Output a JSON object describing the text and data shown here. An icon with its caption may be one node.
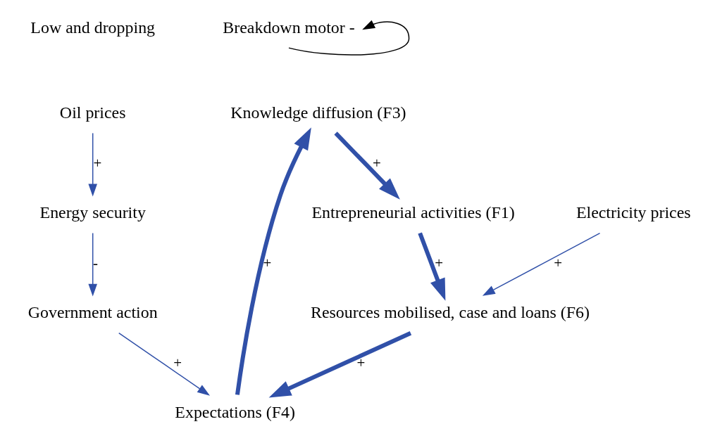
{
  "diagram": {
    "nodes": [
      {
        "text": [
          "Knowledge diffusion (F3)"
        ]
      },
      {
        "text": [
          "Entrepreneurial activities (F1)"
        ]
      },
      {
        "text": [
          "Resources mobilised, case and loans (F6)"
        ]
      },
      {
        "text": [
          "Expectations (F4)"
        ]
      },
      {
        "text": [
          "Government action"
        ]
      },
      {
        "text": [
          "Energy security"
        ]
      },
      {
        "text": [
          "Oil prices"
        ]
      },
      {
        "text": [
          "Electricity prices"
        ]
      }
    ],
    "edges": [
      {
        "from": 3,
        "to": 0,
        "arrow": "to",
        "label": "+",
        "style": "thick"
      },
      {
        "from": 0,
        "to": 1,
        "arrow": "to",
        "label": "+",
        "style": "thick"
      },
      {
        "from": 1,
        "to": 2,
        "arrow": "to",
        "label": "+",
        "style": "thick"
      },
      {
        "from": 2,
        "to": 3,
        "arrow": "to",
        "label": "+",
        "style": "thick"
      },
      {
        "from": 4,
        "to": 3,
        "arrow": "to",
        "label": "+"
      },
      {
        "from": 5,
        "to": 4,
        "arrow": "to",
        "label": "-"
      },
      {
        "from": 6,
        "to": 5,
        "arrow": "to",
        "label": "+"
      },
      {
        "from": 7,
        "to": 2,
        "arrow": "to",
        "label": "+"
      }
    ],
    "labels": [
      "Breakdown motor -",
      "Low and dropping"
    ]
  }
}
